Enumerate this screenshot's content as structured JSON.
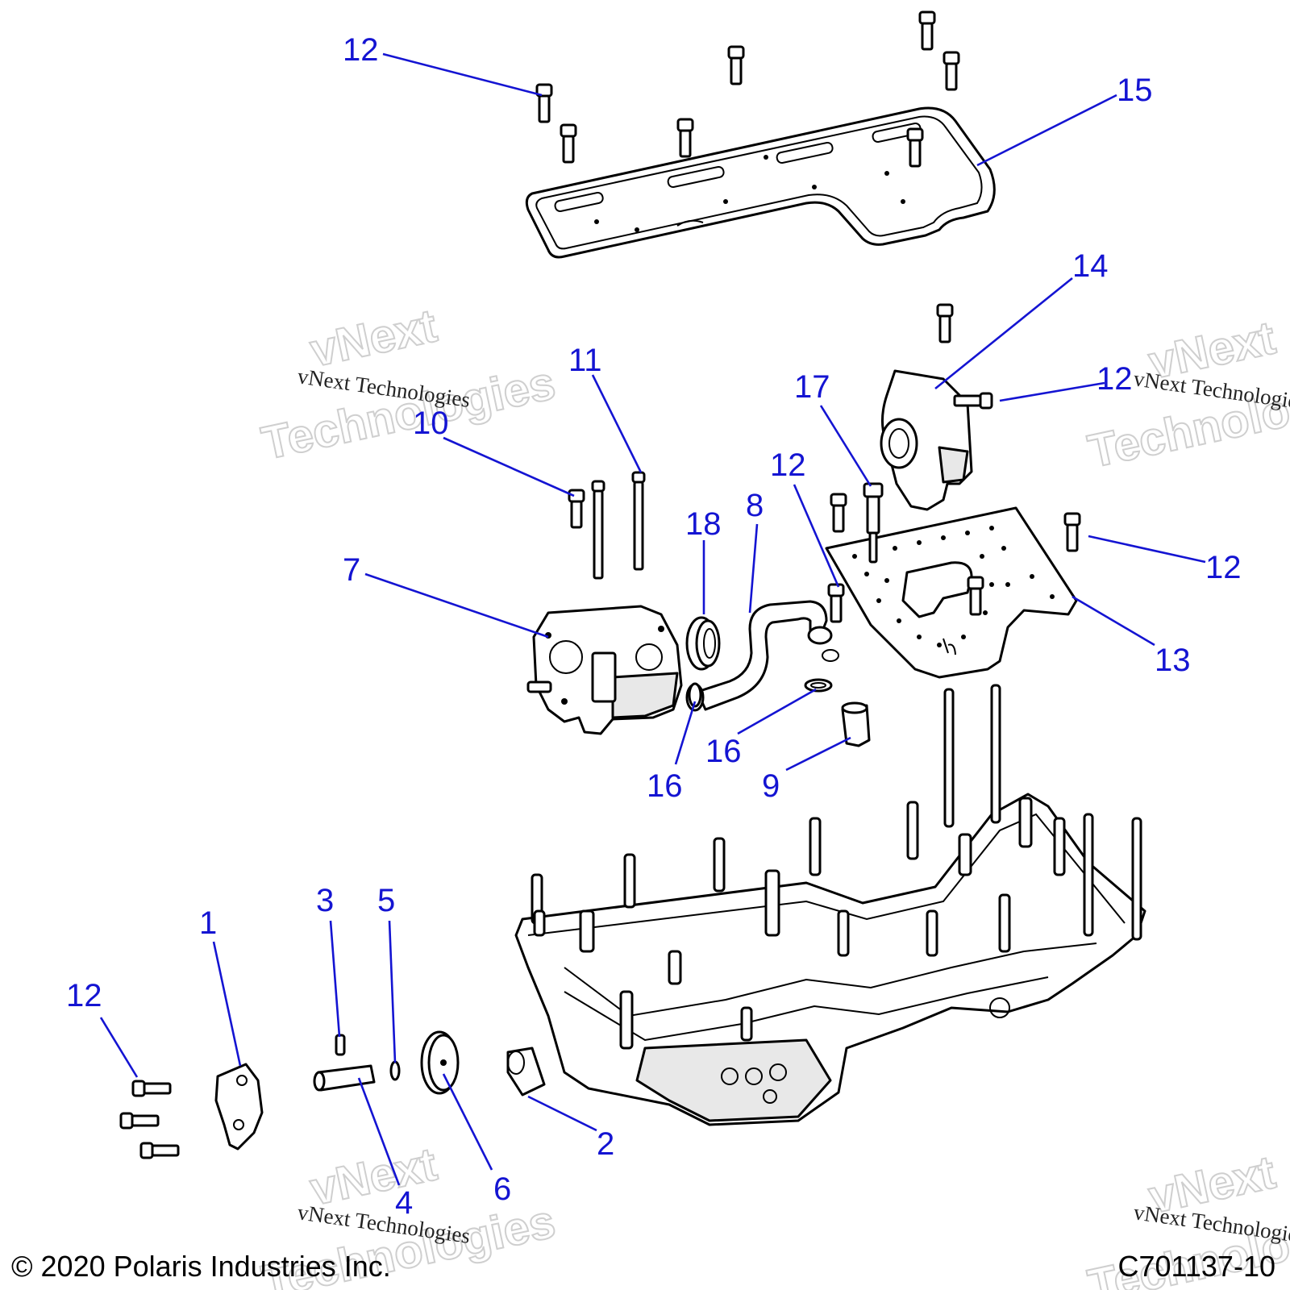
{
  "colors": {
    "callout": "#1414d2",
    "line": "#000000",
    "watermark": "#cfcfcf"
  },
  "callouts": {
    "c12a": "12",
    "c15": "15",
    "c14": "14",
    "c12b": "12",
    "c11": "11",
    "c17": "17",
    "c10": "10",
    "c12c": "12",
    "c18": "18",
    "c8": "8",
    "c12d": "12",
    "c7": "7",
    "c13": "13",
    "c16a": "16",
    "c16b": "16",
    "c9": "9",
    "c3": "3",
    "c5": "5",
    "c1": "1",
    "c12e": "12",
    "c2": "2",
    "c6": "6",
    "c4": "4"
  },
  "watermark": {
    "brand_big_1": "vNext",
    "brand_big_2": "Technologies",
    "brand_small": "vNext Technologies"
  },
  "footer": {
    "copyright": "© 2020 Polaris Industries Inc.",
    "drawing_number": "C701137-10"
  }
}
